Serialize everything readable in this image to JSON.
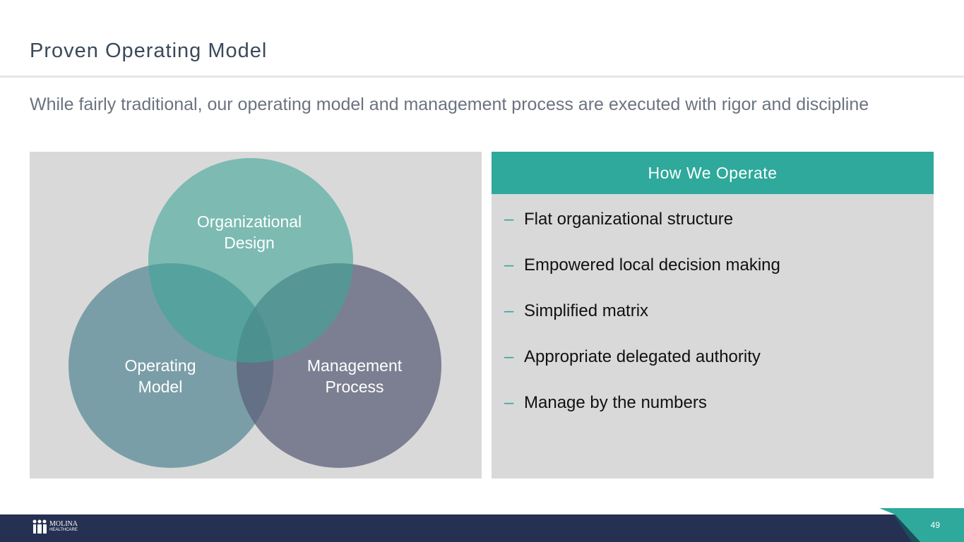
{
  "header": {
    "title": "Proven Operating Model"
  },
  "subtitle": "While fairly traditional, our operating model and management process are executed with rigor and discipline",
  "venn": {
    "circles": [
      {
        "label1": "Organizational",
        "label2": "Design",
        "color": "#7fbfb6"
      },
      {
        "label1": "Operating",
        "label2": "Model",
        "color": "#6f97a2"
      },
      {
        "label1": "Management",
        "label2": "Process",
        "color": "#6c6f86"
      }
    ]
  },
  "panel": {
    "title": "How We Operate",
    "dash": "–",
    "items": [
      "Flat organizational structure",
      "Empowered local decision making",
      "Simplified matrix",
      "Appropriate delegated authority",
      "Manage by the numbers"
    ]
  },
  "footer": {
    "logo_line1": "MOLINA",
    "logo_line2": "HEALTHCARE",
    "page_number": "49"
  }
}
